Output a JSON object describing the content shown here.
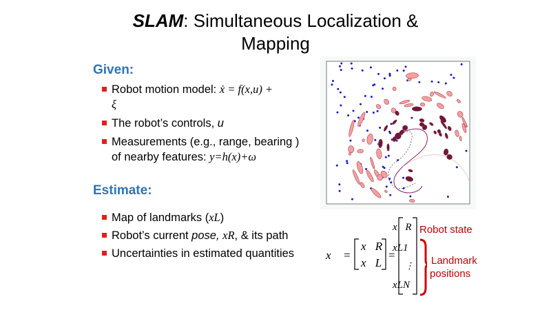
{
  "title": {
    "bold": "SLAM",
    "rest_line1": ": Simultaneous Localization &",
    "line2": "Mapping"
  },
  "given": {
    "heading": "Given:",
    "items": [
      {
        "text": "Robot motion model: ",
        "math": "ẋ = f(x,u) +",
        "cont": "ξ"
      },
      {
        "text": "The robot’s controls, ",
        "math": "u"
      },
      {
        "text": "Measurements (e.g., range, bearing )",
        "cont_text": "of nearby features: ",
        "math": "y=h(x)+ω"
      }
    ]
  },
  "estimate": {
    "heading": "Estimate:",
    "items": [
      {
        "text": "Map of landmarks (",
        "math": "xL",
        "after": ")"
      },
      {
        "text": "Robot’s current ",
        "em": "pose, ",
        "math": "xR",
        "after": ", & its path"
      },
      {
        "text": "Uncertainties in estimated quantities"
      }
    ]
  },
  "equation": {
    "lhs": "x⃗ =",
    "v1": [
      "x⃗R",
      "x⃗L"
    ],
    "eq": "=",
    "v2": [
      "x⃗R",
      "xL1",
      "⋮",
      "xLN"
    ]
  },
  "labels": {
    "robot_state": "Robot state",
    "landmarks_1": "Landmark",
    "landmarks_2": "positions"
  },
  "colors": {
    "heading": "#2e74b5",
    "bullet": "#e0201f",
    "annotation": "#c00000",
    "landmark": "#1a1acc"
  }
}
